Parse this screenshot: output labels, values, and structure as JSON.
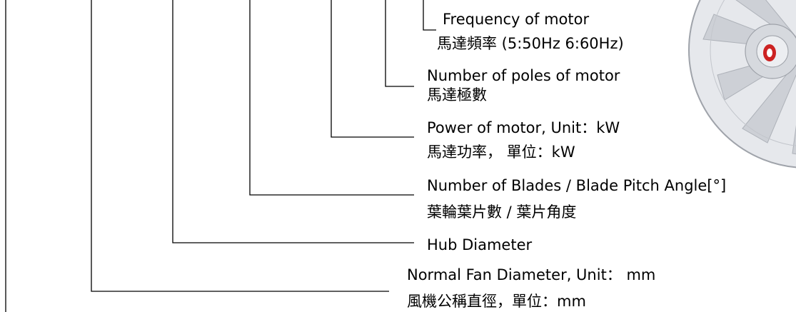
{
  "labels": {
    "frequency_en": "Frequency of motor",
    "frequency_zh": "馬達頻率 (5:50Hz 6:60Hz)",
    "poles_en": "Number of poles of motor",
    "poles_zh": "馬達極數",
    "power_en": "Power of motor, Unit：kW",
    "power_zh": "馬達功率， 單位：kW",
    "blades_en": "Number of Blades / Blade Pitch Angle[°]",
    "blades_zh": "葉輪葉片數 / 葉片角度",
    "hub_en": "Hub Diameter",
    "diameter_en": "Normal Fan Diameter, Unit： mm",
    "diameter_zh": "風機公稱直徑，單位：mm"
  },
  "colors": {
    "line": "#000000",
    "text": "#000000",
    "fan_body": "#e4e6ea",
    "fan_blade": "#c9ccd2",
    "hub_accent": "#cc2222"
  },
  "icons": {
    "fan_image": "axial-fan-illustration-icon"
  }
}
